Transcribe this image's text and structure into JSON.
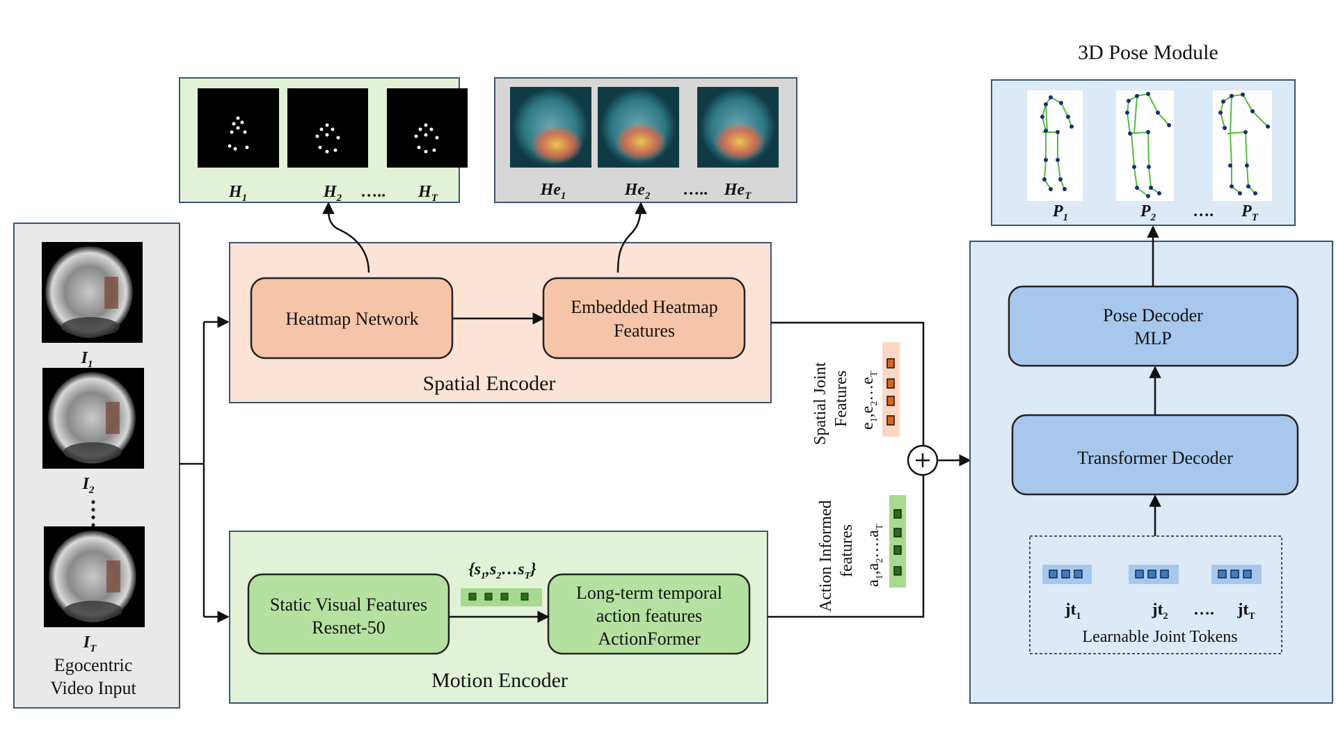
{
  "input_panel": {
    "frame_labels": {
      "i1": {
        "base": "I",
        "sub": "1"
      },
      "i2": {
        "base": "I",
        "sub": "2"
      },
      "it": {
        "base": "I",
        "sub": "T"
      }
    },
    "caption_line1": "Egocentric",
    "caption_line2": "Video Input"
  },
  "spatial_encoder": {
    "title": "Spatial Encoder",
    "heatmap_network": "Heatmap Network",
    "embedded_line1": "Embedded Heatmap",
    "embedded_line2": "Features",
    "heatmap_labels": {
      "h1": {
        "base": "H",
        "sub": "1"
      },
      "h2": {
        "base": "H",
        "sub": "2"
      },
      "dots": "…..",
      "ht": {
        "base": "H",
        "sub": "T"
      }
    },
    "embedded_labels": {
      "he1": {
        "base": "He",
        "sub": "1"
      },
      "he2": {
        "base": "He",
        "sub": "2"
      },
      "dots": "…..",
      "het": {
        "base": "He",
        "sub": "T"
      }
    }
  },
  "motion_encoder": {
    "title": "Motion Encoder",
    "static_line1": "Static Visual Features",
    "static_line2": "Resnet-50",
    "long_line1": "Long-term temporal",
    "long_line2": "action features",
    "long_line3": "ActionFormer",
    "sequence_label": {
      "open": "{",
      "s1": "s",
      "s1_sub": "1",
      "s2": ",s",
      "s2_sub": "2",
      "mid": "…s",
      "st_sub": "T",
      "close": "}"
    }
  },
  "spatial_joint_features": {
    "line1": "Spatial Joint",
    "line2": "Features",
    "seq": {
      "e1": "e",
      "s1": "1",
      "e2": ",e",
      "s2": "2",
      "rest": "…e",
      "sT": "T"
    }
  },
  "action_informed_features": {
    "line1": "Action Informed",
    "line2": "features",
    "seq": {
      "a1": "a",
      "s1": "1",
      "a2": ",a",
      "s2": "2",
      "rest": "….a",
      "sT": "T"
    }
  },
  "pose_module": {
    "title": "3D Pose Module",
    "pose_decoder_line1": "Pose Decoder",
    "pose_decoder_line2": "MLP",
    "transformer_decoder": "Transformer Decoder",
    "tokens_caption": "Learnable Joint Tokens",
    "token_labels": {
      "jt1": {
        "base": "jt",
        "sub": "1"
      },
      "jt2": {
        "base": "jt",
        "sub": "2"
      },
      "dots": "….",
      "jtt": {
        "base": "jt",
        "sub": "T"
      }
    },
    "pose_labels": {
      "p1": {
        "base": "P",
        "sub": "1"
      },
      "p2": {
        "base": "P",
        "sub": "2"
      },
      "dots": "….",
      "pt": {
        "base": "P",
        "sub": "T"
      }
    }
  },
  "colors": {
    "spatial_fill": "#fbe3d6",
    "spatial_node": "#f6c4a8",
    "motion_fill": "#e1f2d7",
    "motion_node": "#b5e1a0",
    "pose_fill": "#dce9f7",
    "pose_node": "#a7c8ec",
    "input_fill": "#e9e9e9",
    "embedded_panel_fill": "#d7d7d7"
  }
}
